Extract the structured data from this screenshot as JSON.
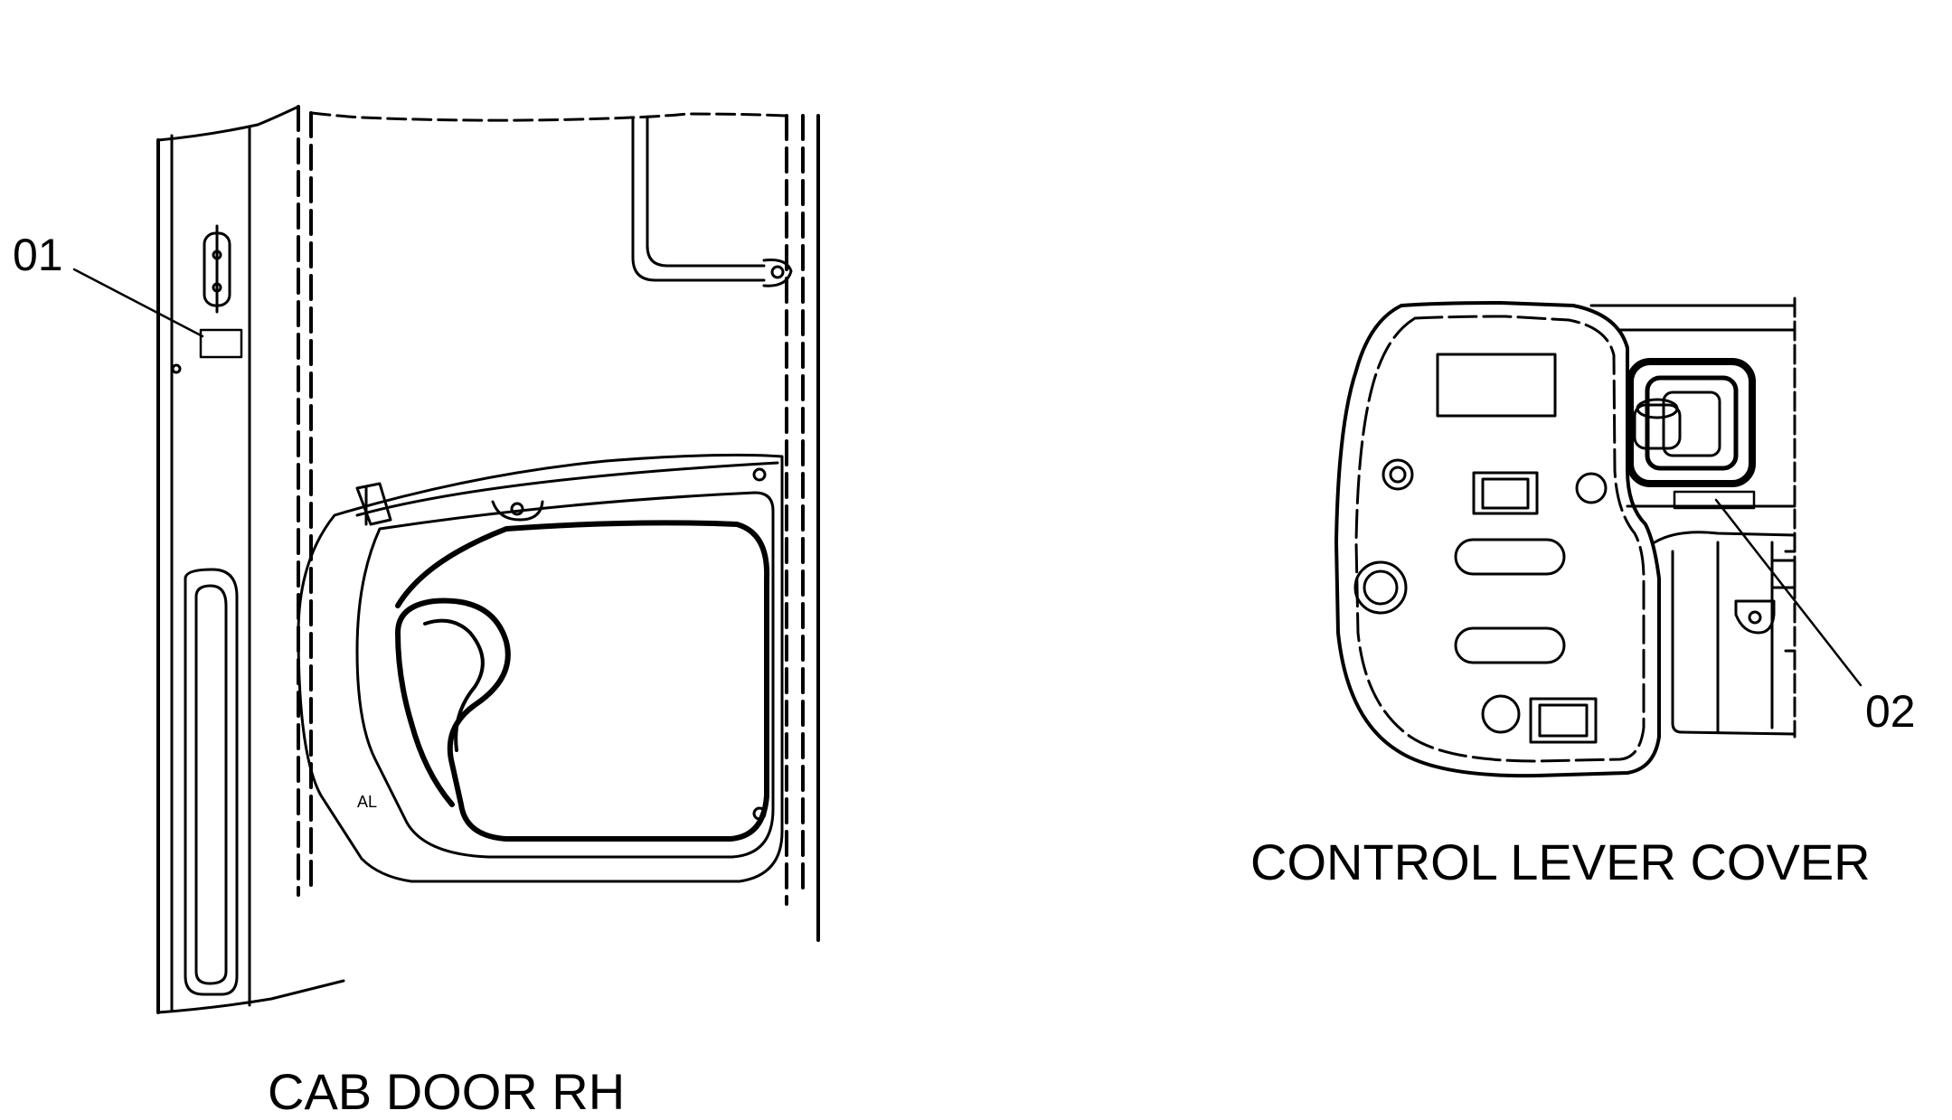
{
  "callouts": {
    "item_01": "01",
    "item_02": "02"
  },
  "captions": {
    "cab_door": "CAB DOOR RH",
    "control_lever_cover": "CONTROL LEVER COVER"
  },
  "colors": {
    "line": "#000000",
    "background": "#ffffff"
  }
}
